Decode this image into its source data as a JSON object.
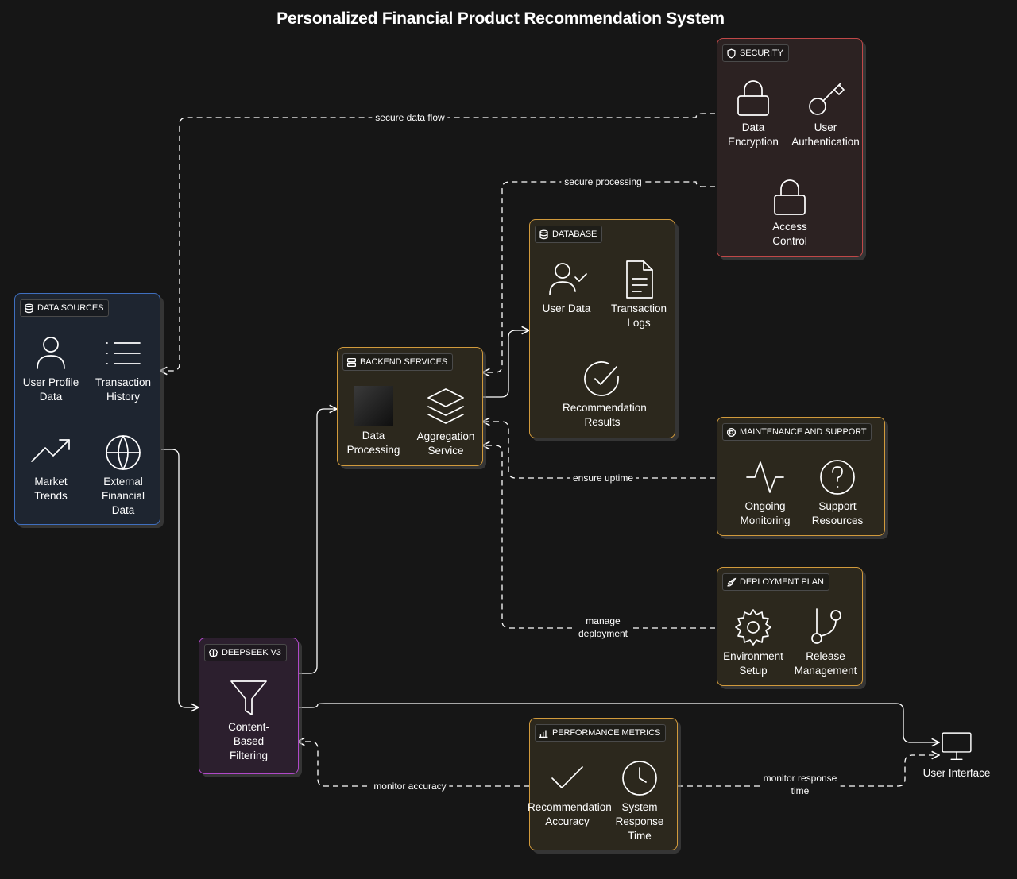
{
  "title": "Personalized Financial Product Recommendation System",
  "colors": {
    "background": "#161616",
    "data_sources": "#3f6fbf",
    "backend": "#d19a3c",
    "security": "#c04848",
    "deepseek": "#b048c8"
  },
  "groups": {
    "data_sources": {
      "label": "DATA SOURCES",
      "icon": "database-icon",
      "nodes": [
        {
          "label": "User Profile\nData",
          "icon": "user-icon"
        },
        {
          "label": "Transaction\nHistory",
          "icon": "list-icon"
        },
        {
          "label": "Market\nTrends",
          "icon": "trending-up-icon"
        },
        {
          "label": "External\nFinancial\nData",
          "icon": "globe-icon"
        }
      ]
    },
    "backend": {
      "label": "BACKEND SERVICES",
      "icon": "server-icon",
      "nodes": [
        {
          "label": "Data\nProcessing",
          "icon": "processing-tile-icon"
        },
        {
          "label": "Aggregation\nService",
          "icon": "layers-icon"
        }
      ]
    },
    "database": {
      "label": "DATABASE",
      "icon": "database-icon",
      "nodes": [
        {
          "label": "User Data",
          "icon": "user-check-icon"
        },
        {
          "label": "Transaction\nLogs",
          "icon": "file-text-icon"
        },
        {
          "label": "Recommendation\nResults",
          "icon": "check-circle-icon"
        }
      ]
    },
    "security": {
      "label": "SECURITY",
      "icon": "shield-icon",
      "nodes": [
        {
          "label": "Data\nEncryption",
          "icon": "lock-icon"
        },
        {
          "label": "User\nAuthentication",
          "icon": "key-icon"
        },
        {
          "label": "Access\nControl",
          "icon": "lock-icon"
        }
      ]
    },
    "maintenance": {
      "label": "MAINTENANCE AND SUPPORT",
      "icon": "lifebuoy-icon",
      "nodes": [
        {
          "label": "Ongoing\nMonitoring",
          "icon": "activity-icon"
        },
        {
          "label": "Support\nResources",
          "icon": "help-circle-icon"
        }
      ]
    },
    "deployment": {
      "label": "DEPLOYMENT PLAN",
      "icon": "rocket-icon",
      "nodes": [
        {
          "label": "Environment\nSetup",
          "icon": "gear-icon"
        },
        {
          "label": "Release\nManagement",
          "icon": "git-branch-icon"
        }
      ]
    },
    "deepseek": {
      "label": "DEEPSEEK V3",
      "icon": "brain-icon",
      "nodes": [
        {
          "label": "Content-\nBased\nFiltering",
          "icon": "filter-icon"
        }
      ]
    },
    "performance": {
      "label": "PERFORMANCE METRICS",
      "icon": "bar-chart-icon",
      "nodes": [
        {
          "label": "Recommendation\nAccuracy",
          "icon": "check-icon"
        },
        {
          "label": "System\nResponse\nTime",
          "icon": "clock-icon"
        }
      ]
    }
  },
  "standalone": {
    "label": "User Interface",
    "icon": "monitor-icon"
  },
  "edges": {
    "secure_data_flow": "secure data flow",
    "secure_processing": "secure processing",
    "ensure_uptime": "ensure uptime",
    "manage_deployment": "manage\ndeployment",
    "monitor_accuracy": "monitor accuracy",
    "monitor_response_time": "monitor response\ntime"
  }
}
